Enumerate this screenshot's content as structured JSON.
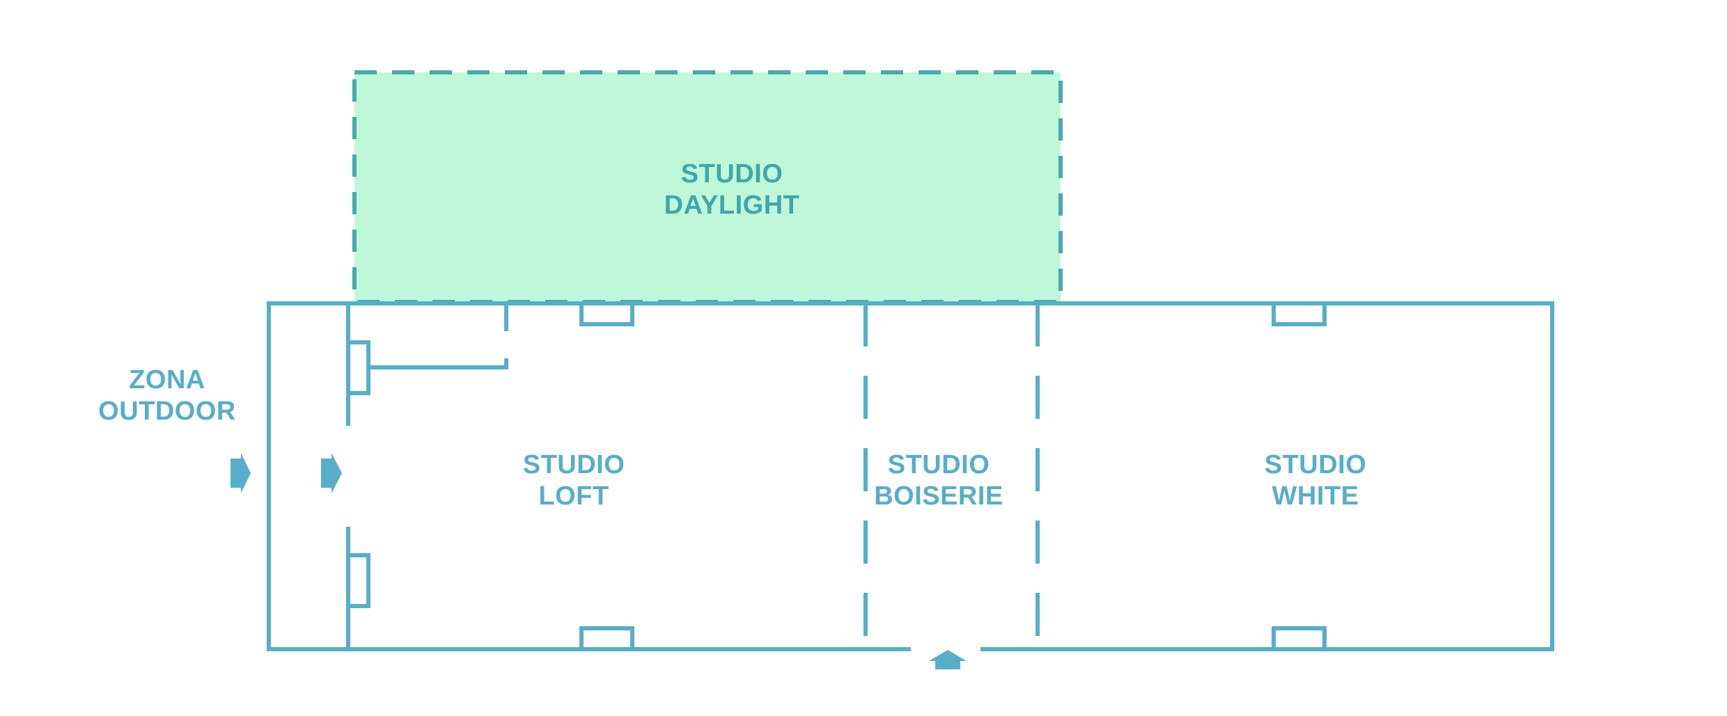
{
  "colors": {
    "wall": "#57aec8",
    "daylight_fill": "#bff8d8",
    "daylight_border": "#4aa9b0",
    "daylight_text": "#3fa6ac",
    "label_text": "#57aec8",
    "background": "#ffffff"
  },
  "rooms": {
    "daylight": {
      "line1": "STUDIO",
      "line2": "DAYLIGHT"
    },
    "loft": {
      "line1": "STUDIO",
      "line2": "LOFT"
    },
    "boiserie": {
      "line1": "STUDIO",
      "line2": "BOISERIE"
    },
    "white": {
      "line1": "STUDIO",
      "line2": "WHITE"
    }
  },
  "outdoor": {
    "line1": "ZONA",
    "line2": "OUTDOOR"
  },
  "icons": {
    "entrance_left_outer": "arrow-right-icon",
    "entrance_left_inner": "arrow-right-icon",
    "entrance_bottom": "arrow-up-icon"
  }
}
